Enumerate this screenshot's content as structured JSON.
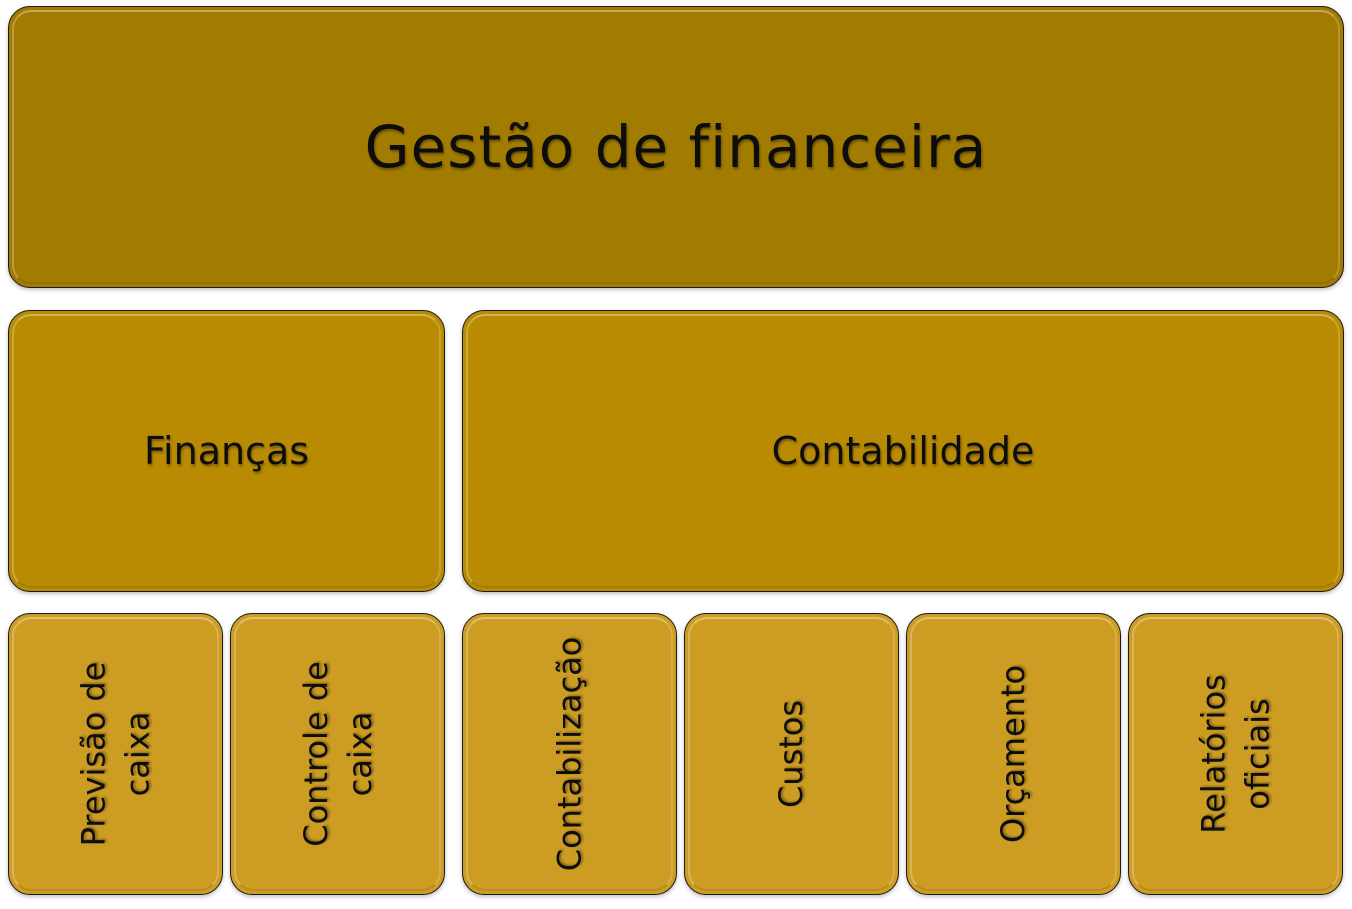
{
  "diagram": {
    "root": {
      "label": "Gestão de financeira"
    },
    "branches": [
      {
        "label": "Finanças",
        "children": [
          "Previsão de\ncaixa",
          "Controle de\ncaixa"
        ]
      },
      {
        "label": "Contabilidade",
        "children": [
          "Contabilização",
          "Custos",
          "Orçamento",
          "Relatórios\noficiais"
        ]
      }
    ]
  },
  "colors": {
    "level1": "#a27b01",
    "level2": "#b88b03",
    "level3": "#cd9c22",
    "border": "#1a1a1a",
    "text": "#0d0d0d"
  }
}
